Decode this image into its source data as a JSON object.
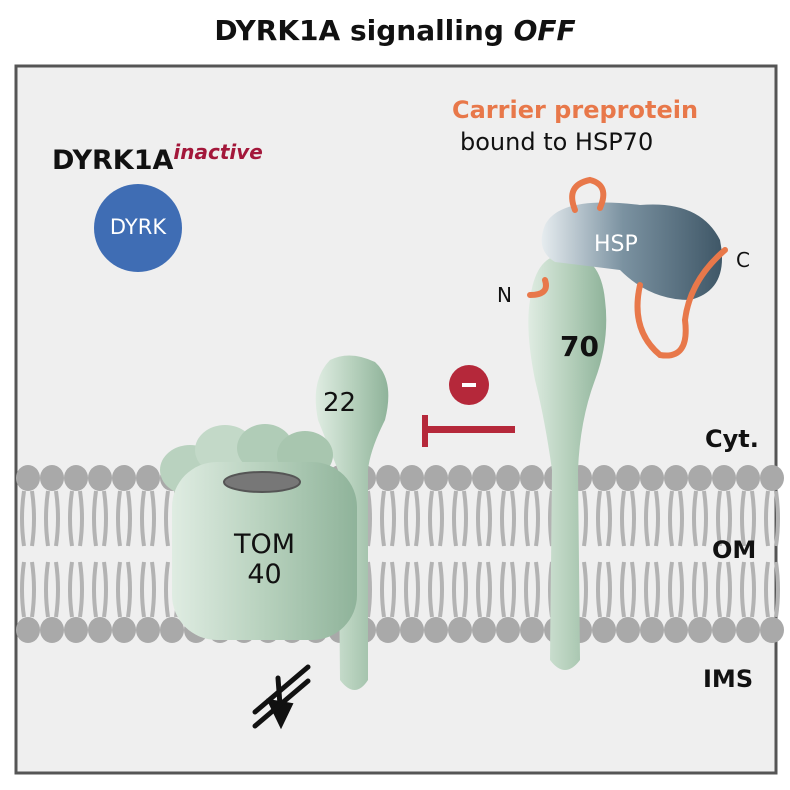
{
  "title": {
    "main": "DYRK1A signalling ",
    "state": "OFF"
  },
  "dyrk": {
    "label": "DYRK1A",
    "superscript": "inactive",
    "circle_label": "DYRK"
  },
  "carrier": {
    "line1": "Carrier preprotein",
    "line2": "bound to HSP70",
    "n_label": "N",
    "c_label": "C"
  },
  "hsp": {
    "top_label": "HSP",
    "stem_label": "70"
  },
  "tom22": {
    "label": "22"
  },
  "tom40": {
    "line1": "TOM",
    "line2": "40"
  },
  "inhibition": {
    "sign": "-"
  },
  "compartments": {
    "cyt": "Cyt.",
    "om": "OM",
    "ims": "IMS"
  },
  "colors": {
    "dyrk_blue": "#3f6db4",
    "carrier_orange": "#e8784a",
    "inactive_red": "#a3173a",
    "inhibit_red": "#b5283a",
    "protein_green": "#b9d2bf",
    "hsp_slate": "#4d6676",
    "membrane_gray": "#a9a9a9",
    "background": "#efefef"
  }
}
